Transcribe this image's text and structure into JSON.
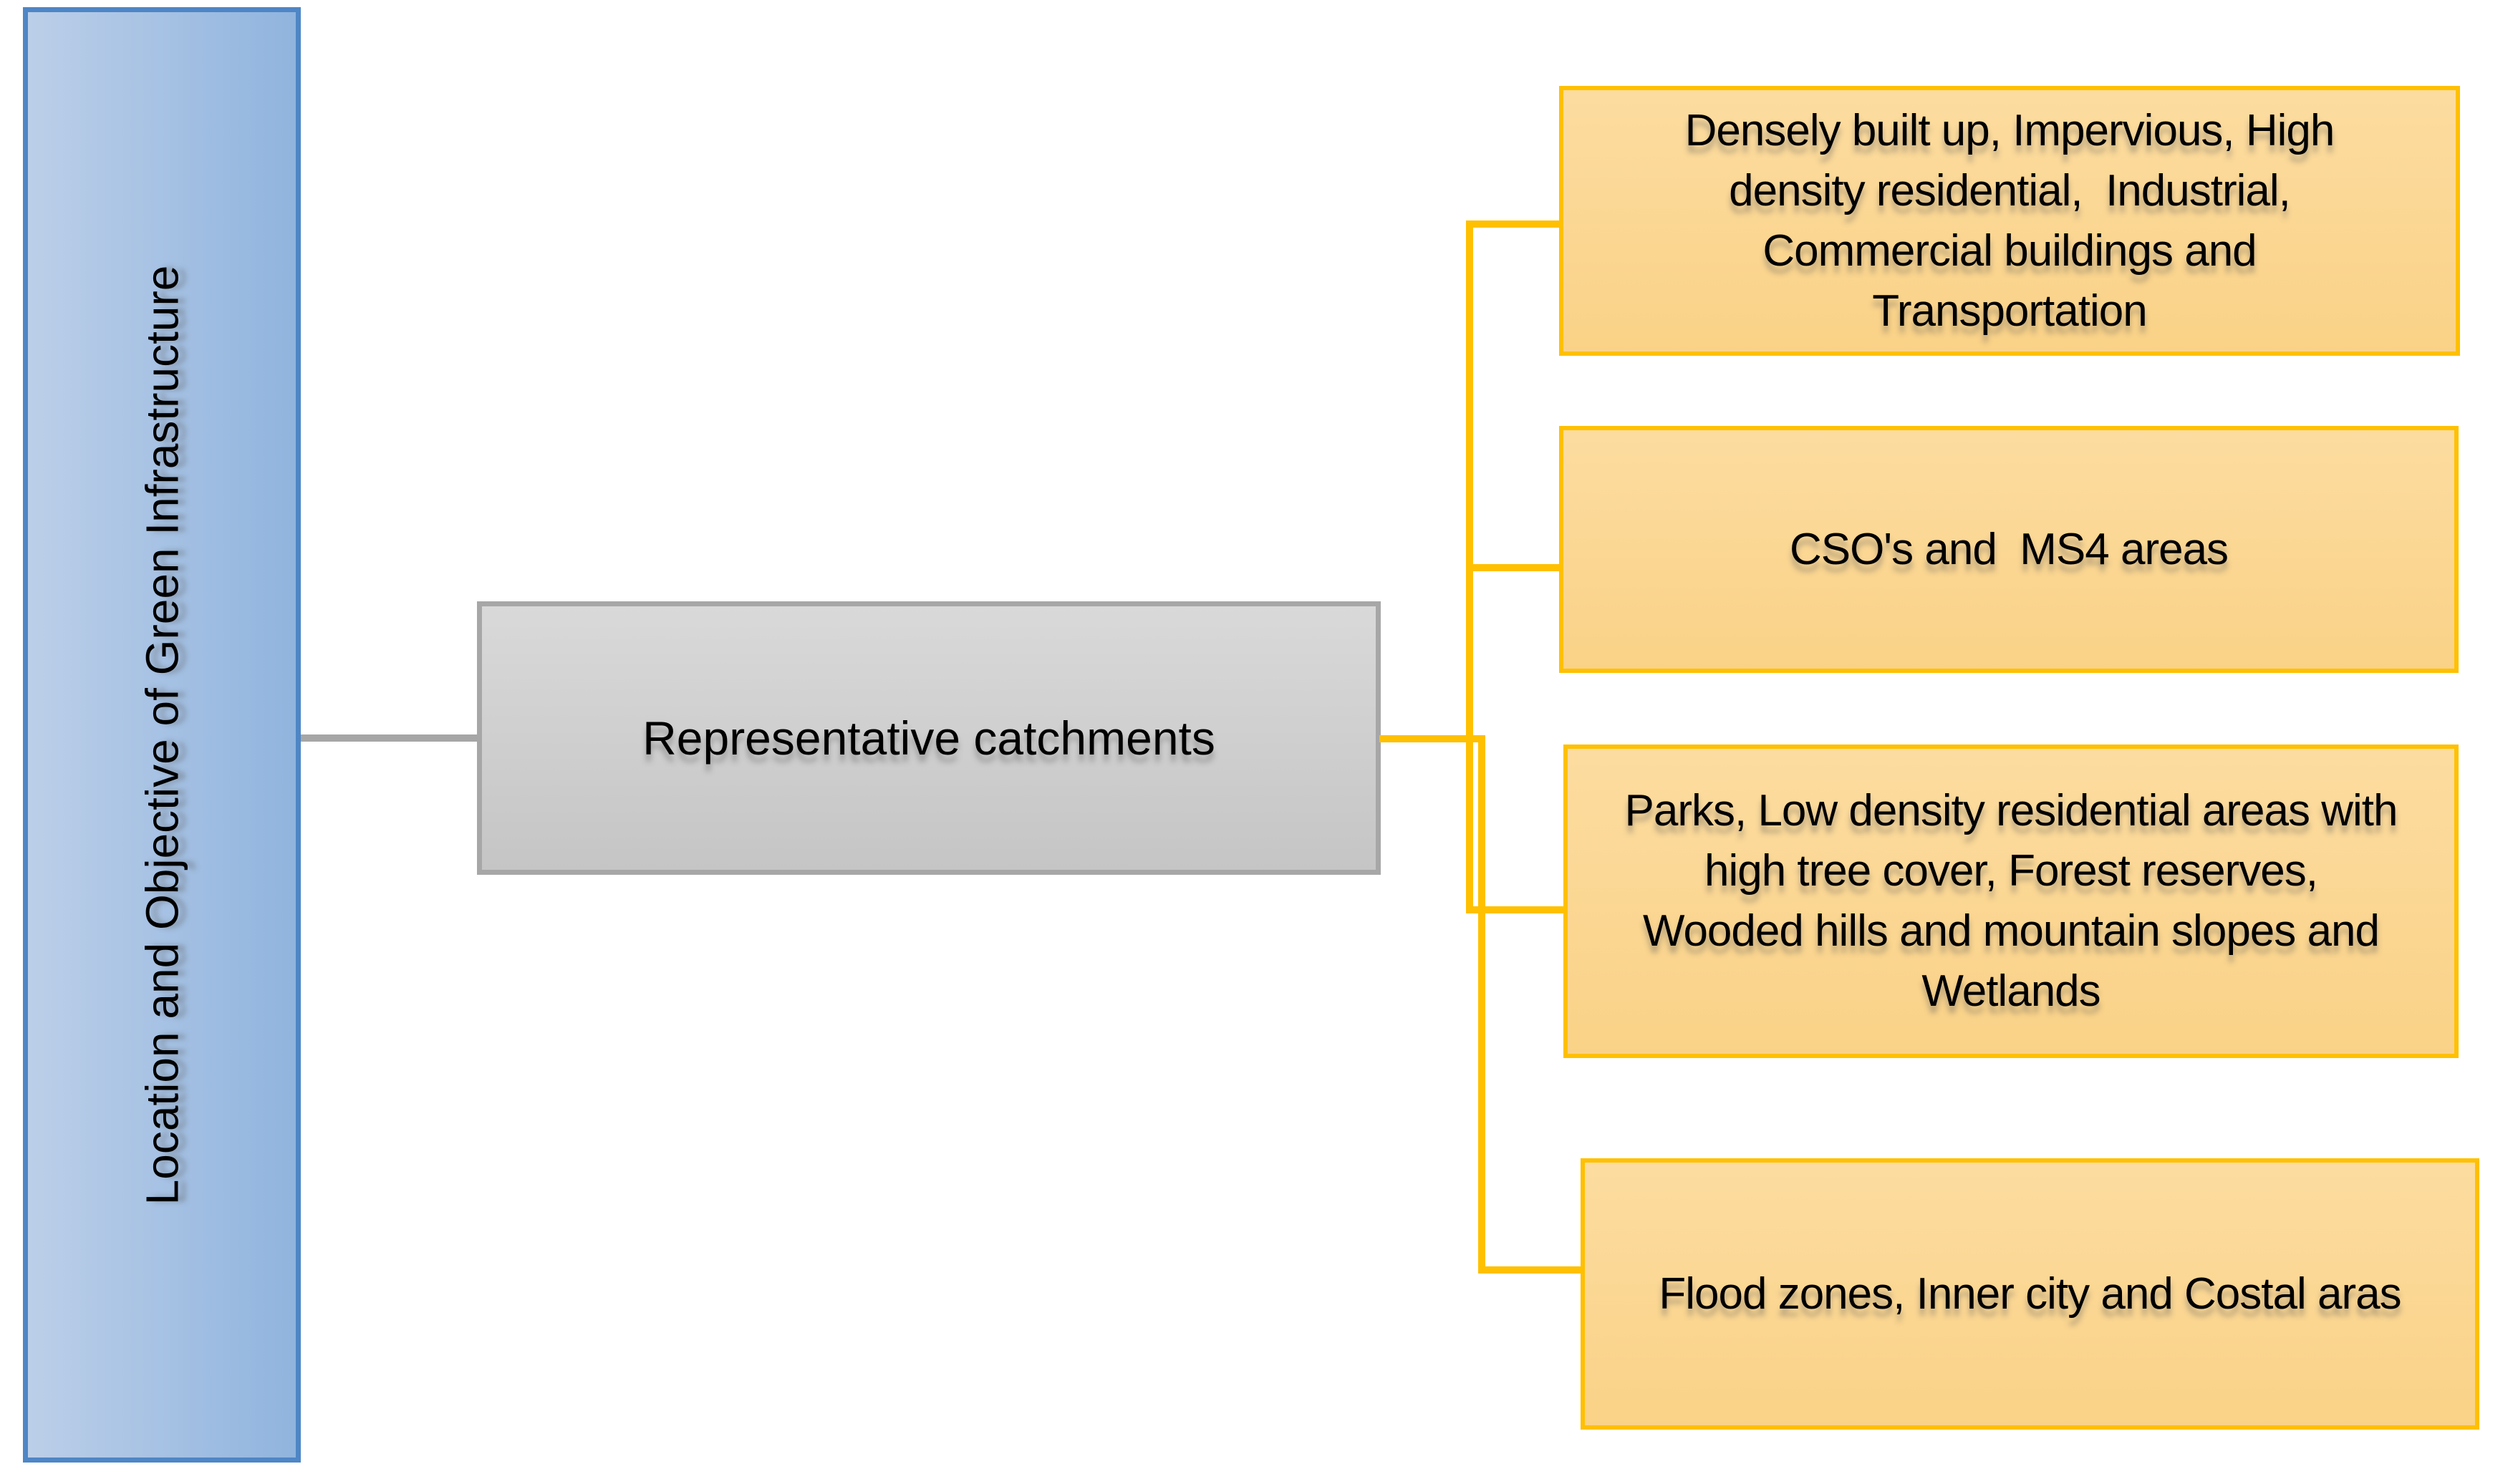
{
  "diagram": {
    "source_box": {
      "label": "Location and Objective of Green Infrastructure"
    },
    "center_box": {
      "label": "Representative catchments"
    },
    "branch_boxes": [
      {
        "id": "densely-built-up",
        "lines": [
          "Densely built up, Impervious, High",
          "density residential,  Industrial,",
          "Commercial buildings and",
          "Transportation"
        ]
      },
      {
        "id": "cso-ms4",
        "lines": [
          "CSO's and  MS4 areas"
        ]
      },
      {
        "id": "parks-low-density",
        "lines": [
          "Parks, Low density residential areas with",
          "high tree cover, Forest reserves,",
          "Wooded hills and mountain slopes and",
          "Wetlands"
        ]
      },
      {
        "id": "flood-zones",
        "lines": [
          "Flood zones, Inner city and Costal aras"
        ]
      }
    ],
    "colors": {
      "blue_fill_start": "#bccfe9",
      "blue_fill_end": "#90b4de",
      "blue_border": "#4e86c6",
      "gray_fill_start": "#d9d9d9",
      "gray_fill_end": "#c5c5c5",
      "gray_border": "#a7a7a7",
      "orange_fill_start": "#fcdca0",
      "orange_fill_end": "#fad287",
      "orange_border": "#ffc000",
      "connector_gray": "#a6a6a6",
      "connector_yellow": "#ffc000",
      "text_color": "#000000"
    }
  }
}
